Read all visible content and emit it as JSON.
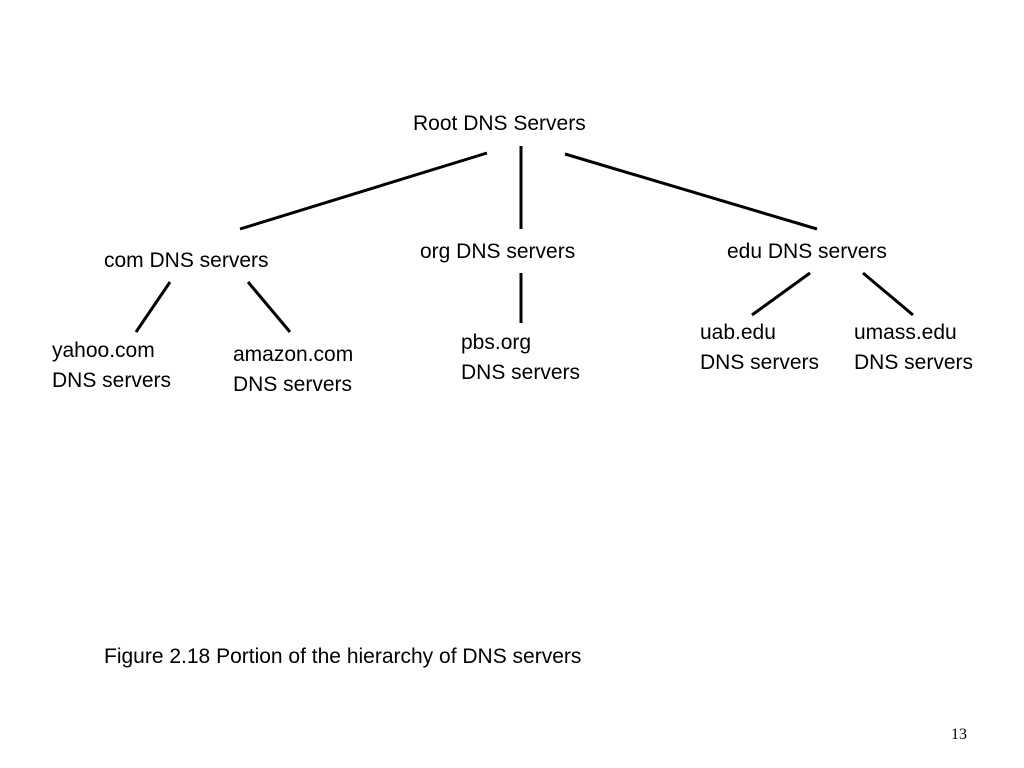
{
  "diagram": {
    "root": {
      "label": "Root DNS Servers"
    },
    "tld": [
      {
        "id": "com",
        "label": "com DNS servers"
      },
      {
        "id": "org",
        "label": "org DNS servers"
      },
      {
        "id": "edu",
        "label": "edu DNS servers"
      }
    ],
    "authoritative": [
      {
        "id": "yahoo",
        "parent": "com",
        "line1": "yahoo.com",
        "line2": "DNS servers"
      },
      {
        "id": "amazon",
        "parent": "com",
        "line1": "amazon.com",
        "line2": "DNS servers"
      },
      {
        "id": "pbs",
        "parent": "org",
        "line1": "pbs.org",
        "line2": "DNS servers"
      },
      {
        "id": "uab",
        "parent": "edu",
        "line1": "uab.edu",
        "line2": "DNS servers"
      },
      {
        "id": "umass",
        "parent": "edu",
        "line1": "umass.edu",
        "line2": "DNS servers"
      }
    ],
    "edges": [
      {
        "from": "root",
        "to": "com"
      },
      {
        "from": "root",
        "to": "org"
      },
      {
        "from": "root",
        "to": "edu"
      },
      {
        "from": "com",
        "to": "yahoo"
      },
      {
        "from": "com",
        "to": "amazon"
      },
      {
        "from": "org",
        "to": "pbs"
      },
      {
        "from": "edu",
        "to": "uab"
      },
      {
        "from": "edu",
        "to": "umass"
      }
    ]
  },
  "caption": "Figure 2.18 Portion of the hierarchy of DNS servers",
  "page_number": "13"
}
